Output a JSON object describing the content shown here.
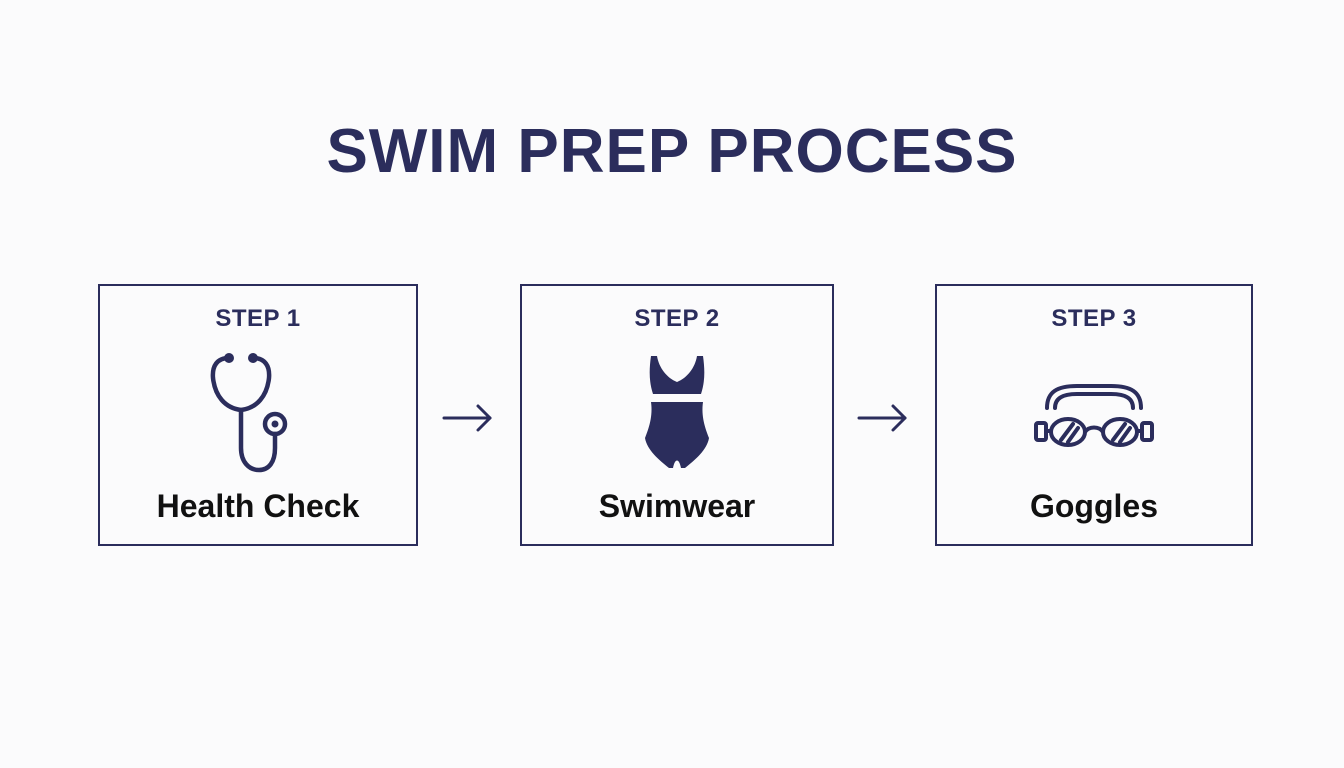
{
  "title": "SWIM PREP PROCESS",
  "colors": {
    "accent": "#2b2d5c",
    "text": "#111111",
    "background": "#fbfbfc"
  },
  "steps": [
    {
      "label": "STEP 1",
      "name": "Health Check",
      "icon": "stethoscope-icon"
    },
    {
      "label": "STEP 2",
      "name": "Swimwear",
      "icon": "swimsuit-icon"
    },
    {
      "label": "STEP 3",
      "name": "Goggles",
      "icon": "goggles-icon"
    }
  ],
  "connectors": [
    "arrow-right-icon",
    "arrow-right-icon"
  ]
}
